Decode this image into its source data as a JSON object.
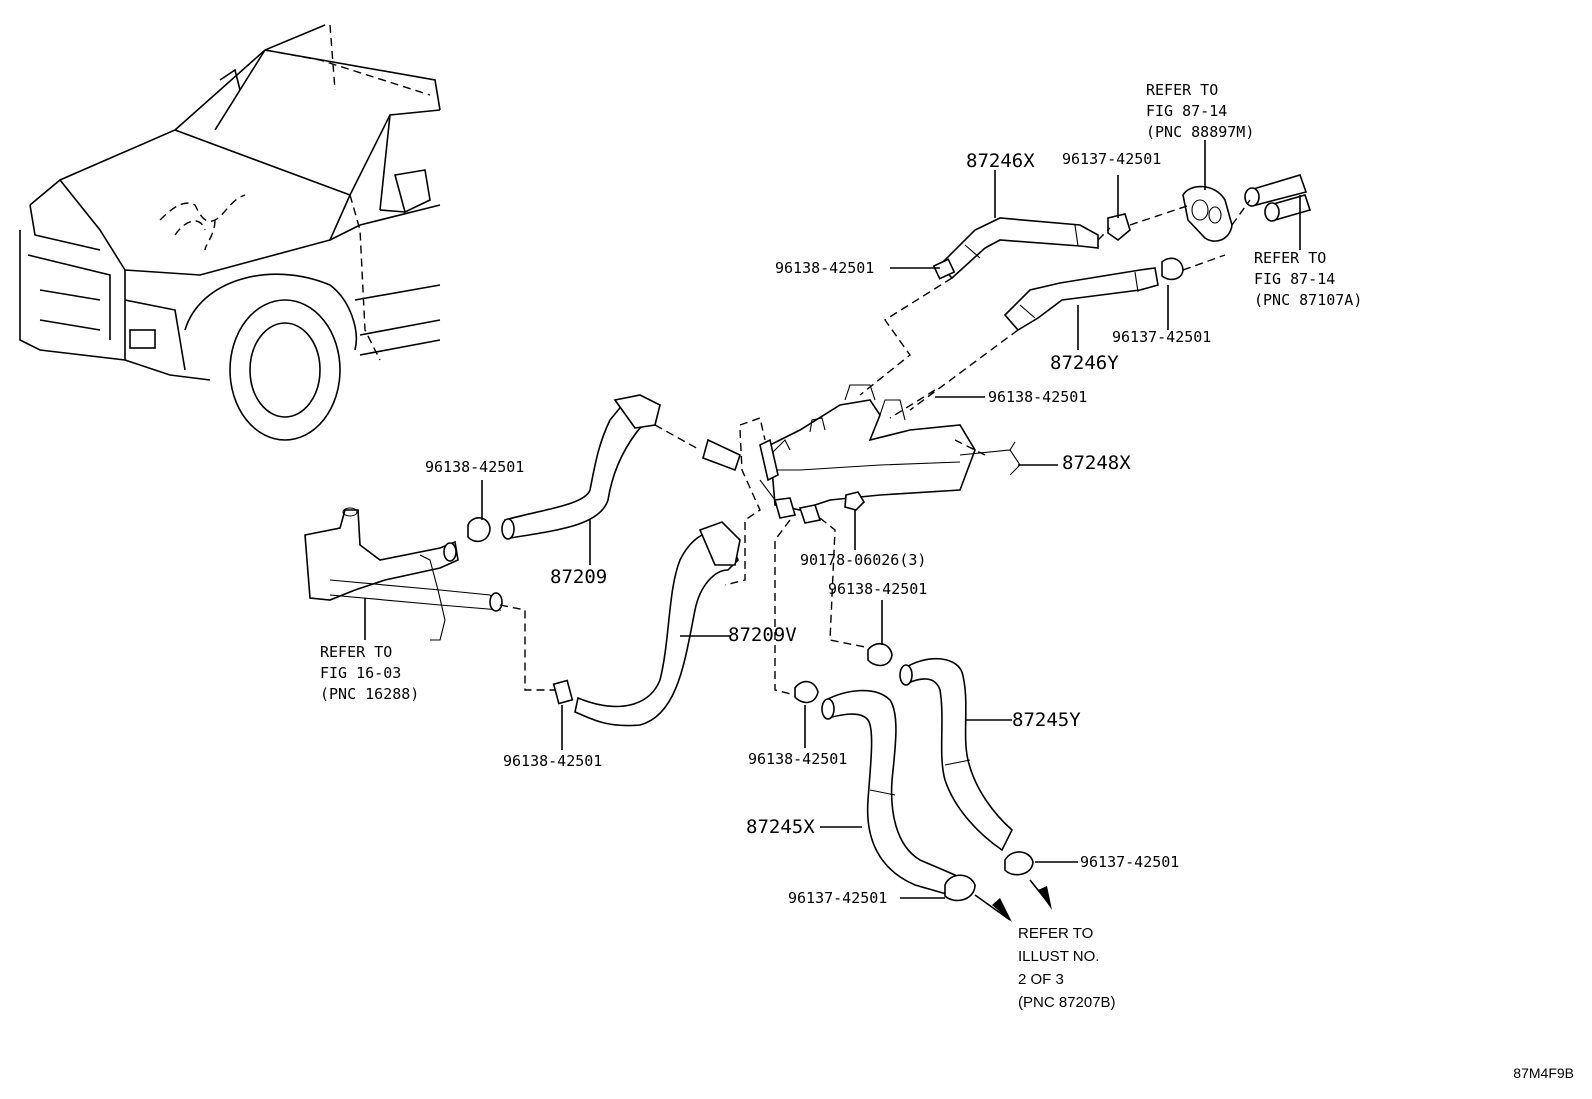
{
  "diagram": {
    "labels": {
      "p87246X": "87246X",
      "p87246Y": "87246Y",
      "p87248X": "87248X",
      "p87209": "87209",
      "p87209V": "87209V",
      "p87245Y": "87245Y",
      "p87245X": "87245X",
      "clip_96137_top": "96137-42501",
      "clip_96137_right": "96137-42501",
      "clip_96137_bottom_right": "96137-42501",
      "clip_96137_bottom_left": "96137-42501",
      "clip_96138_upper": "96138-42501",
      "clip_96138_mid": "96138-42501",
      "clip_96138_left": "96138-42501",
      "clip_96138_center": "96138-42501",
      "clip_96138_lower_left": "96138-42501",
      "clip_96138_lower_center": "96138-42501",
      "nut_90178": "90178-06026(3)"
    },
    "refer_top": [
      "REFER TO",
      "FIG 87-14",
      "(PNC 88897M)"
    ],
    "refer_right": [
      "REFER TO",
      "FIG 87-14",
      "(PNC 87107A)"
    ],
    "refer_left": [
      "REFER TO",
      "FIG 16-03",
      "(PNC 16288)"
    ],
    "refer_bottom": [
      "REFER TO",
      "ILLUST NO.",
      "2 OF 3",
      "(PNC 87207B)"
    ],
    "figure_code": "87M4F9B"
  }
}
